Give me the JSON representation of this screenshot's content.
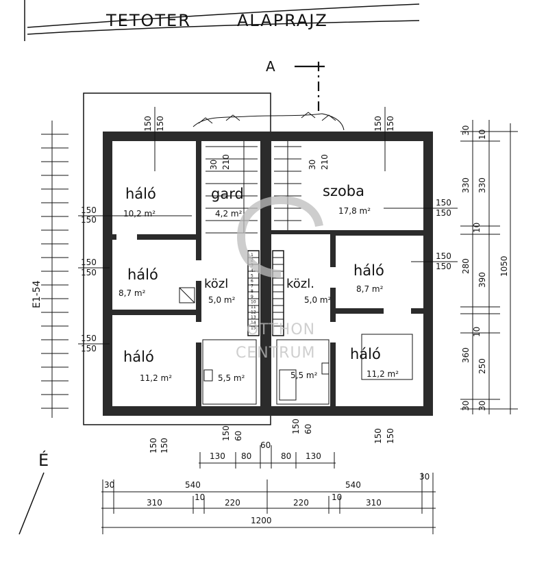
{
  "plan": {
    "title_left": "TETOTER",
    "title_right": "ALAPRAJZ",
    "section_label": "A",
    "north_label": "É",
    "side_code": "E1-54",
    "rooms": [
      {
        "name": "háló",
        "area": "10,2 m²"
      },
      {
        "name": "gard",
        "area": "4,2 m²"
      },
      {
        "name": "szoba",
        "area": "17,8 m²"
      },
      {
        "name": "háló",
        "area": "8,7 m²"
      },
      {
        "name": "közl",
        "area": "5,0 m²"
      },
      {
        "name": "közl.",
        "area": "5,0 m²"
      },
      {
        "name": "háló",
        "area": "8,7 m²"
      },
      {
        "name": "háló",
        "area": "11,2 m²"
      },
      {
        "name": "",
        "area": "5,5 m²"
      },
      {
        "name": "",
        "area": "5,5 m²"
      },
      {
        "name": "háló",
        "area": "11,2 m²"
      }
    ],
    "dims_top": [
      "150",
      "150",
      "30",
      "210",
      "30",
      "210",
      "150",
      "150"
    ],
    "dims_left": [
      "150",
      "150",
      "150",
      "150",
      "150",
      "150"
    ],
    "dims_right_inner": [
      "150",
      "150",
      "150",
      "150"
    ],
    "dims_right": [
      "30",
      "10",
      "330",
      "330",
      "10",
      "280",
      "390",
      "1050",
      "10",
      "360",
      "250",
      "30",
      "30"
    ],
    "dims_bottom_vertical": [
      "150",
      "150",
      "150",
      "60",
      "150",
      "60",
      "150",
      "150"
    ],
    "dims_bottom": {
      "c60": "60",
      "c130a": "130",
      "c80a": "80",
      "c80b": "80",
      "c130b": "130",
      "left540": "540",
      "right540": "540",
      "r30a": "30",
      "r30b": "30",
      "s310a": "310",
      "s10a": "10",
      "s220a": "220",
      "s220b": "220",
      "s10b": "10",
      "s310b": "310",
      "total": "1200"
    },
    "stair_steps": [
      "1",
      "2",
      "3",
      "4",
      "5",
      "6",
      "7",
      "8",
      "9",
      "10",
      "11",
      "12",
      "13",
      "14",
      "15"
    ],
    "watermark": {
      "line1": "OTTHON",
      "line2": "CENTRUM"
    }
  }
}
